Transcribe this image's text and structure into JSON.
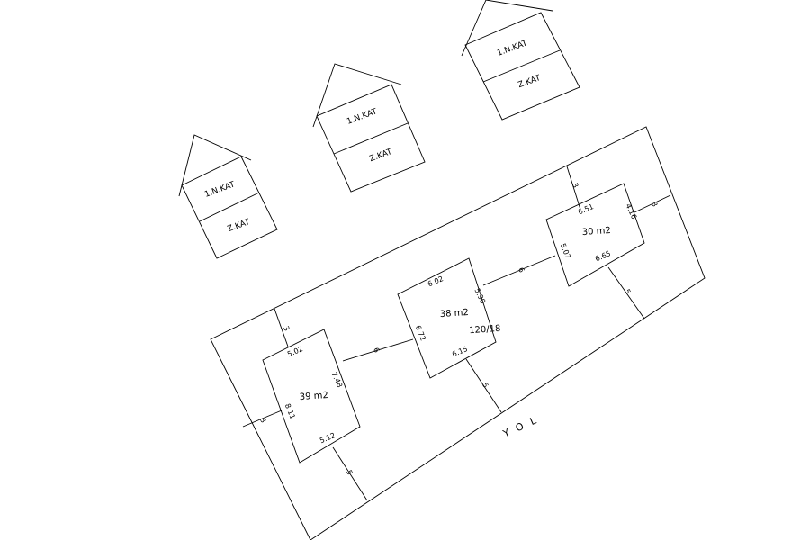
{
  "houses": [
    {
      "upper": "1.N.KAT",
      "ground": "Z.KAT"
    },
    {
      "upper": "1.N.KAT",
      "ground": "Z.KAT"
    },
    {
      "upper": "1.N.KAT",
      "ground": "Z.KAT"
    }
  ],
  "units": [
    {
      "area": "39 m2",
      "dims": {
        "top": "5.02",
        "right": "7.48",
        "left": "8.11",
        "bottom": "5.12"
      }
    },
    {
      "area": "38 m2",
      "dims": {
        "top": "6.02",
        "right": "5.90",
        "left": "6.72",
        "bottom": "6.15"
      }
    },
    {
      "area": "30 m2",
      "dims": {
        "top": "6.51",
        "right": "4.16",
        "left": "5.07",
        "bottom": "6.65"
      }
    }
  ],
  "parcel_id": "120/18",
  "road_label": "YOL",
  "distances": {
    "left_top": "3",
    "left_side": "3",
    "left_bottom": "5",
    "gap_1_2": "6",
    "mid_bottom": "5",
    "gap_2_3": "6",
    "right_top": "3",
    "right_side": "3",
    "right_bottom": "5"
  }
}
